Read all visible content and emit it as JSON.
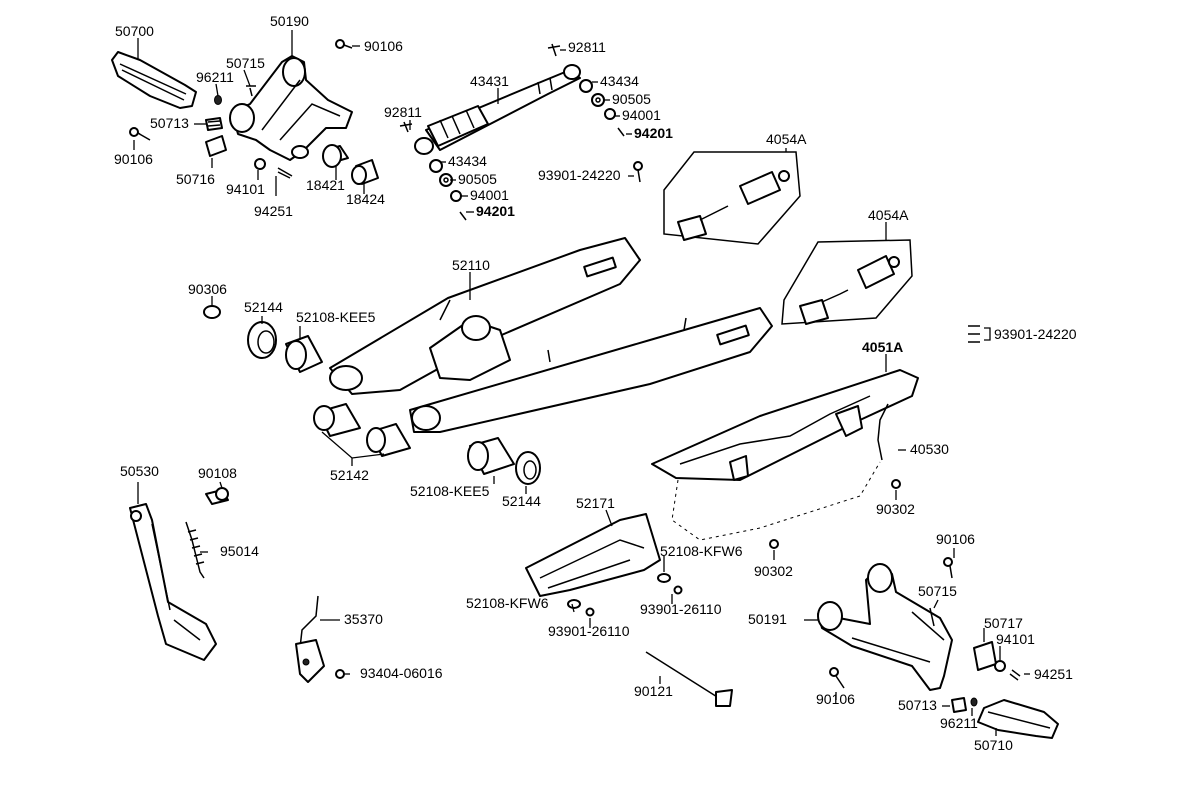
{
  "labels": {
    "p50700": "50700",
    "p50190": "50190",
    "p90106_top": "90106",
    "p50715_left": "50715",
    "p96211_left": "96211",
    "p50713_left": "50713",
    "p90106_left": "90106",
    "p50716": "50716",
    "p94101_left": "94101",
    "p94251_left": "94251",
    "p18421": "18421",
    "p18424": "18424",
    "p92811_top": "92811",
    "p43431": "43431",
    "p43434_right": "43434",
    "p90505_right": "90505",
    "p94001_right": "94001",
    "p94201_right": "94201",
    "p92811_left": "92811",
    "p43434_left": "43434",
    "p90505_left": "90505",
    "p94001_left": "94001",
    "p94201_left": "94201",
    "p93901_24220_top": "93901-24220",
    "p4054A_top": "4054A",
    "p4054A_mid": "4054A",
    "p93901_24220_right": "93901-24220",
    "p52110": "52110",
    "p90306": "90306",
    "p52144_top": "52144",
    "p52108_KEE5_top": "52108-KEE5",
    "p4051A": "4051A",
    "p40530": "40530",
    "p52142": "52142",
    "p52108_KEE5_bottom": "52108-KEE5",
    "p52144_bottom": "52144",
    "p90302_right": "90302",
    "p50530": "50530",
    "p90108": "90108",
    "p95014": "95014",
    "p52171": "52171",
    "p52108_KFW6_right": "52108-KFW6",
    "p90302_mid": "90302",
    "p90106_right_top": "90106",
    "p50715_right": "50715",
    "p35370": "35370",
    "p52108_KFW6_left": "52108-KFW6",
    "p93901_26110_right": "93901-26110",
    "p93901_26110_left": "93901-26110",
    "p50191": "50191",
    "p50717": "50717",
    "p94101_right": "94101",
    "p94251_right": "94251",
    "p93404_06016": "93404-06016",
    "p90121": "90121",
    "p90106_right_bottom": "90106",
    "p50713_right": "50713",
    "p96211_right": "96211",
    "p50710": "50710"
  }
}
